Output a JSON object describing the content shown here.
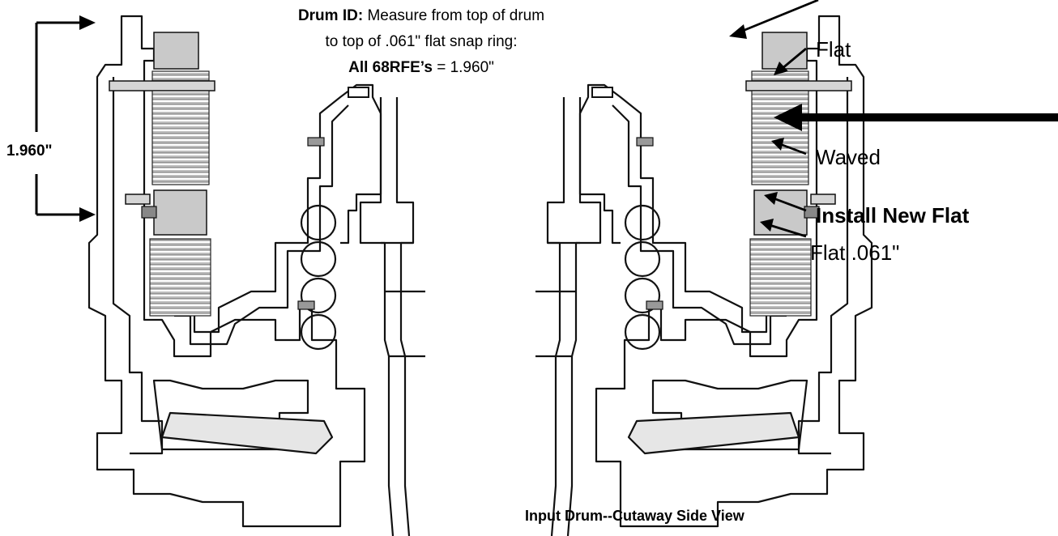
{
  "caption": {
    "line1_bold": "Drum ID:",
    "line1_rest": " Measure from top of drum",
    "line2": "to top of .061\" flat snap ring:",
    "line3_bold": "All 68RFE’s",
    "line3_rest": " = 1.960\""
  },
  "dimension_label": "1.960\"",
  "callouts": {
    "flat": "Flat",
    "waved": "Waved",
    "install_new_flat": "Install New Flat",
    "flat_061": "Flat .061\""
  },
  "footer_caption": "Input Drum--Cutaway Side View"
}
